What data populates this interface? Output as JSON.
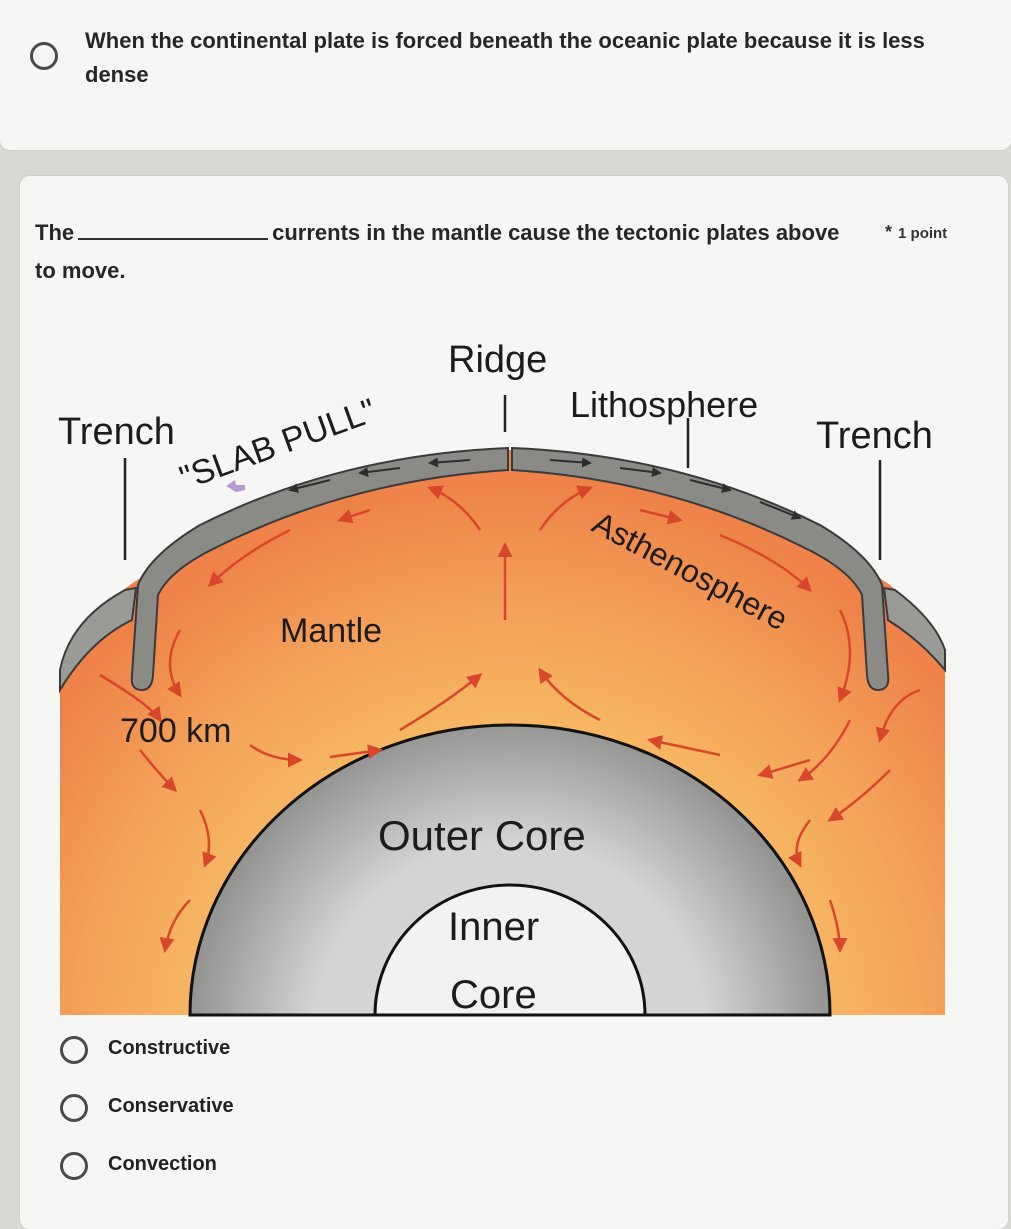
{
  "previous_option": {
    "text": "When the continental plate is forced beneath the oceanic plate because it is less dense"
  },
  "question": {
    "text_before": "The",
    "text_after": "currents in the mantle cause the tectonic plates above to move.",
    "required_marker": "*",
    "points": "1 point"
  },
  "diagram": {
    "labels": {
      "ridge": "Ridge",
      "lithosphere": "Lithosphere",
      "trench_left": "Trench",
      "trench_right": "Trench",
      "slab_pull": "\"SLAB PULL\"",
      "asthenosphere": "Asthenosphere",
      "mantle": "Mantle",
      "depth": "700 km",
      "outer_core": "Outer Core",
      "inner_core_1": "Inner",
      "inner_core_2": "Core"
    },
    "colors": {
      "mantle_outer": "#ef8a4a",
      "mantle_inner": "#f7c268",
      "plate": "#8a8a86",
      "outer_core": "#a9a9a7",
      "inner_core": "#f2f2f0",
      "arrow": "#d9472b"
    }
  },
  "options": [
    {
      "label": "Constructive"
    },
    {
      "label": "Conservative"
    },
    {
      "label": "Convection"
    }
  ]
}
